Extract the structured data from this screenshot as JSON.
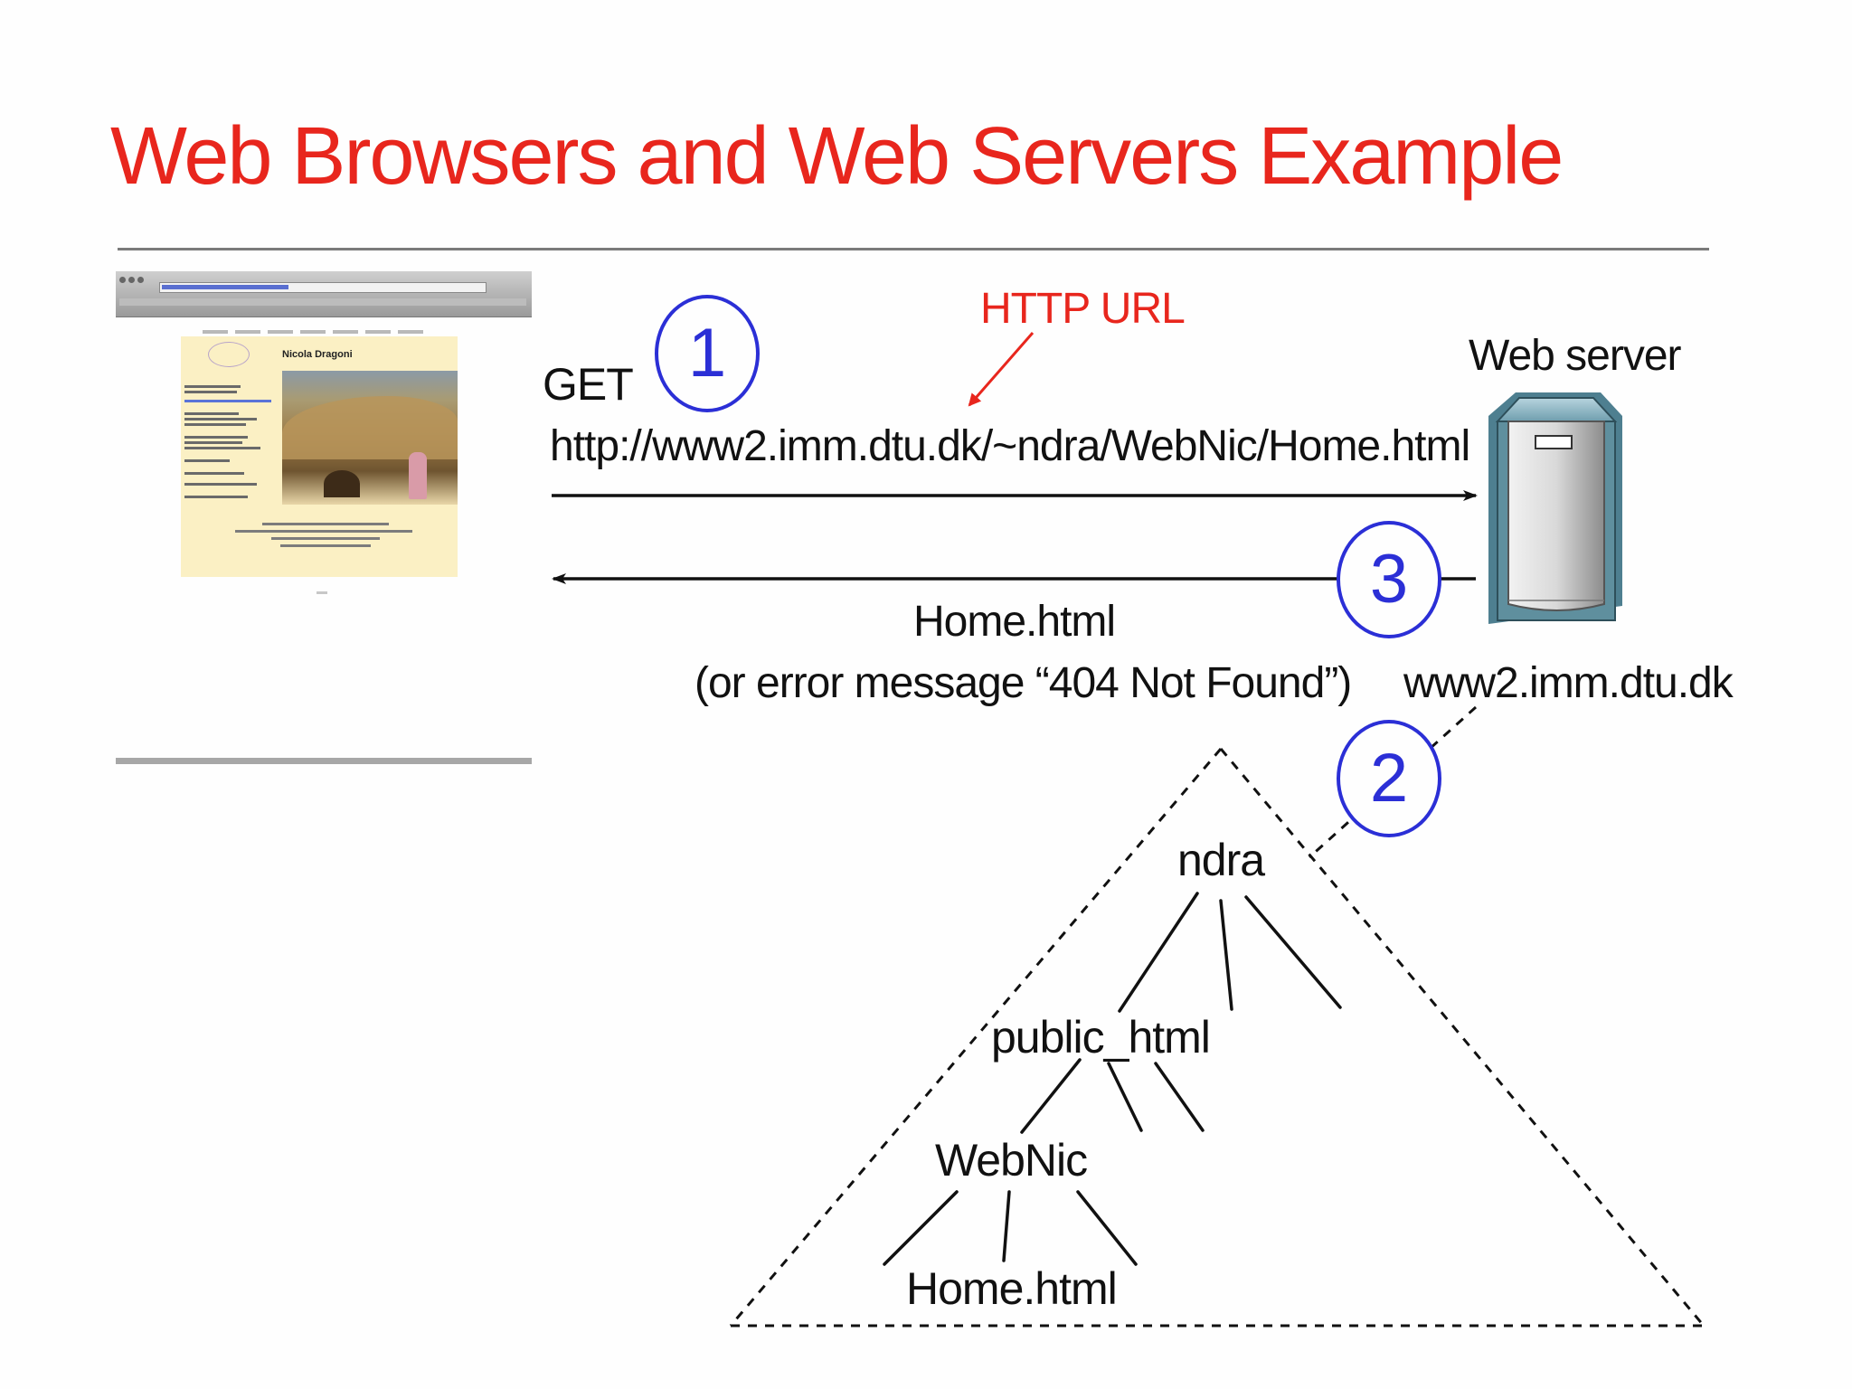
{
  "title": "Web Browsers and Web Servers Example",
  "request": {
    "method": "GET",
    "url": "http://www2.imm.dtu.dk/~ndra/WebNic/Home.html",
    "url_annotation": "HTTP URL"
  },
  "server": {
    "label": "Web server",
    "host": "www2.imm.dtu.dk"
  },
  "response": {
    "file": "Home.html",
    "alternative": "(or error message “404 Not Found”)"
  },
  "steps": [
    "1",
    "2",
    "3"
  ],
  "tree": {
    "root": "ndra",
    "level1": "public_html",
    "level2": "WebNic",
    "leaf": "Home.html"
  },
  "browser_thumbnail": {
    "site_name": "Nicola Dragoni"
  },
  "colors": {
    "title": "#e8261d",
    "annotation": "#e8261d",
    "step_circle": "#2b2fd6",
    "server_body": "#5f8f9e"
  }
}
